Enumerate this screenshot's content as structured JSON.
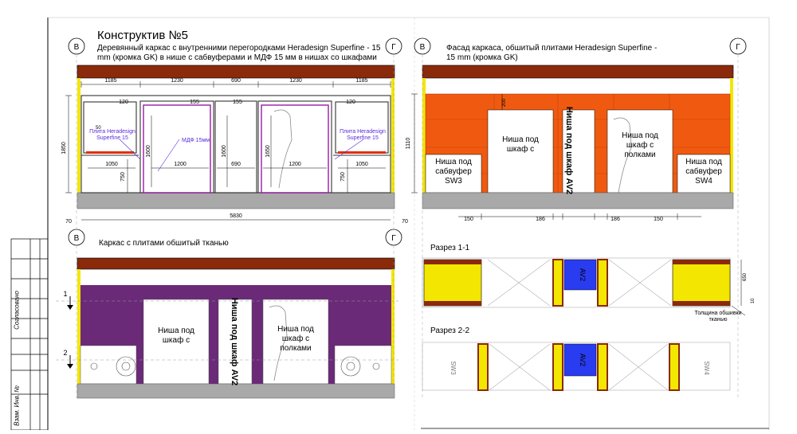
{
  "sheet": {
    "title": "Конструктив №5",
    "top_left_desc": "Деревянный каркас с внутренними перегородками Heradesign Superfine - 15 mm (кромка GK) в нише с сабвуферами и МДФ 15 мм в нишах со шкафами",
    "top_right_desc": "Фасад каркаса, обшитый плитами Heradesign Superfine - 15 mm (кромка GK)",
    "bottom_left_desc": "Каркас с плитами обшитый тканью",
    "axis_left": "В",
    "axis_right": "Г"
  },
  "side_stamp": {
    "agreed": "Согласовано",
    "inv": "Взам. Инв. №"
  },
  "plan_frame": {
    "top_dims": [
      "1185",
      "1230",
      "690",
      "1230",
      "1185"
    ],
    "second_dims": [
      "120",
      "155",
      "155",
      "120"
    ],
    "height_dim": "1850",
    "dim_50": "50",
    "niche_height_dims": [
      "1600",
      "1600",
      "1650"
    ],
    "lower_height_dims": [
      "750",
      "750"
    ],
    "width_dims": [
      "1050",
      "1200",
      "690",
      "1200",
      "1050"
    ],
    "plate_label_left": "Плита Heradesign Superfine 15",
    "plate_label_right": "Плита Heradesign Superfine 15",
    "mdf_label": "МДФ 15мм",
    "total_width": "5830",
    "side_offset_left": "70",
    "side_offset_right": "70"
  },
  "facade": {
    "niche_left": "Ниша под шкаф с",
    "niche_center": "Ниша под шкаф AV2",
    "niche_right": "Ниша под шкаф с полками",
    "sub_left": "Ниша под сабвуфер SW3",
    "sub_right": "Ниша под сабвуфер SW4",
    "dim_200": "200",
    "dim_1110": "1110",
    "bottom_dims": [
      "150",
      "186",
      "186",
      "150"
    ]
  },
  "fabric": {
    "niche_left": "Ниша под шкаф с",
    "niche_center": "Ниша под шкаф AV2",
    "niche_right": "Ниша под шкаф с полками",
    "section_1": "1",
    "section_2": "2"
  },
  "sections": {
    "section_1_title": "Разрез 1-1",
    "section_2_title": "Разрез 2-2",
    "av_label_1": "AV2",
    "av_label_2": "AV2",
    "sw3_label": "SW3",
    "sw4_label": "SW4",
    "dim_650": "650",
    "dim_10": "10",
    "fabric_note": "Толщина обшивки тканью"
  },
  "colors": {
    "wood_top": "#8a2a0a",
    "yellow_post": "#f3e600",
    "orange_plate": "#f05a10",
    "fabric": "#6a2a78",
    "av_blue": "#2a3cf0",
    "floor_grey": "#a9a9a9",
    "mdf_purple": "#9a1aa8"
  }
}
